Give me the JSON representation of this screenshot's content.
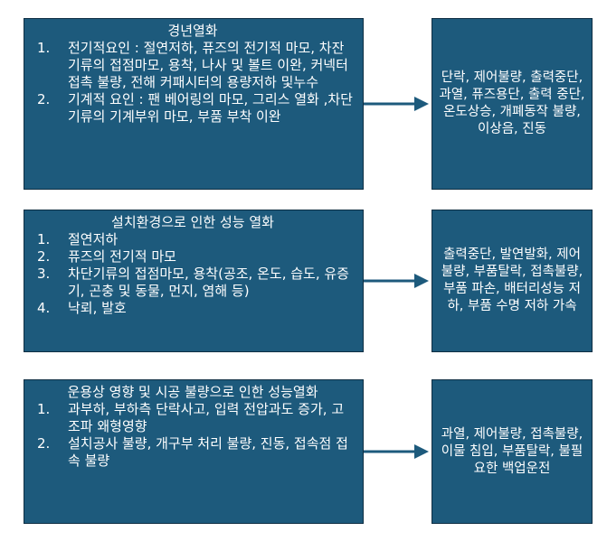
{
  "rows": [
    {
      "title": "경년열화",
      "items": [
        {
          "num": "1.",
          "text": "전기적요인 : 절연저하, 퓨즈의 전기적 마모, 차잔기류의 접점마모, 용착, 나사 및 볼트 이완, 커넥터 접촉 불량, 전해 커패시터의 용량저하 및누수"
        },
        {
          "num": "2.",
          "text": "기계적 요인 : 팬 베어링의 마모, 그리스 열화 ,차단기류의 기계부위 마모, 부품 부착 이완"
        }
      ],
      "result": "단락, 제어불량, 출력중단, 과열, 퓨즈용단, 출력 중단,온도상승, 개폐동작 불량, 이상음, 진동"
    },
    {
      "title": "설치환경으로 인한 성능 열화",
      "items": [
        {
          "num": "1.",
          "text": "절연저하"
        },
        {
          "num": "2.",
          "text": "퓨즈의 전기적 마모"
        },
        {
          "num": "3.",
          "text": "차단기류의 접점마모, 용착(공조, 온도, 습도, 유증기, 곤충 및 동물, 먼지, 염해 등)"
        },
        {
          "num": "4.",
          "text": "낙뢰, 발호"
        }
      ],
      "result": "출력중단, 발연발화, 제어불량, 부품탈락, 접촉불량, 부품 파손, 배터리성능 저하, 부품 수명 저하 가속"
    },
    {
      "title": "운용상 영향 및 시공 불량으로 인한 성능열화",
      "items": [
        {
          "num": "1.",
          "text": "과부하, 부하측 단락사고, 입력 전압과도 증가, 고조파 왜형영향"
        },
        {
          "num": "2.",
          "text": "설치공사 불량, 개구부 처리 불량, 진동, 접속점 접속 불량"
        }
      ],
      "result": "과열, 제어불량, 접촉불량, 이물 침입, 부품탈락, 불필요한 백업운전"
    }
  ],
  "colors": {
    "box_fill": "#1d5a7c",
    "box_border": "#0e2e43",
    "arrow": "#1d5a7c",
    "text": "#ffffff"
  }
}
